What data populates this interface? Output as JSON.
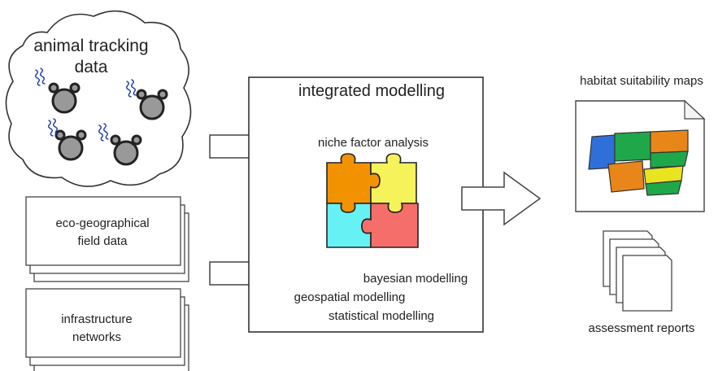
{
  "sources": {
    "tracking": {
      "line1": "animal tracking",
      "line2": "data"
    },
    "field": {
      "line1": "eco-geographical",
      "line2": "field data"
    },
    "infrastructure": {
      "line1": "infrastructure",
      "line2": "networks"
    }
  },
  "model": {
    "title": "integrated modelling",
    "methods": {
      "niche": "niche factor analysis",
      "bayesian": "bayesian modelling",
      "geospatial": "geospatial modelling",
      "statistical": "statistical modelling"
    },
    "puzzle_colors": [
      "#f39200",
      "#f5f25a",
      "#66f2f5",
      "#f56e6a"
    ]
  },
  "outputs": {
    "maps": "habitat suitability maps",
    "reports": "assessment reports",
    "map_colors": [
      "#2f6fd9",
      "#1fa84a",
      "#e8861a",
      "#e9e420"
    ]
  },
  "icons": {
    "bear": "bear-face-icon",
    "track": "tracking-trail-icon",
    "puzzle": "puzzle-icon",
    "map": "map-document-icon",
    "reports": "report-stack-icon"
  }
}
